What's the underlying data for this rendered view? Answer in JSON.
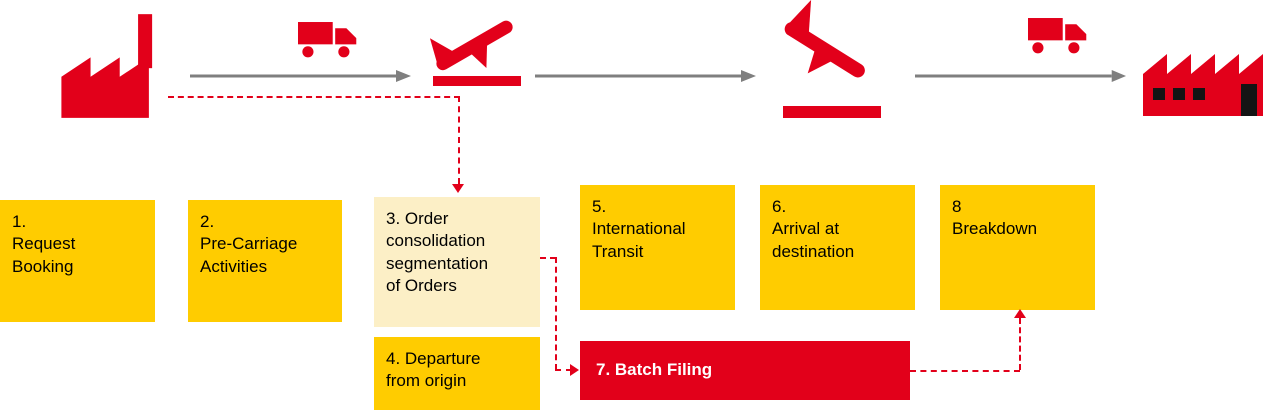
{
  "colors": {
    "red": "#E2001A",
    "yellow": "#FFCC00",
    "cream": "#FCEFC6",
    "arrow_gray": "#7F7F7F",
    "window_dark": "#141414",
    "text": "#000000",
    "batch_filing_text": "#FFFFFF"
  },
  "top_flow": {
    "icons": [
      "factory-origin-icon",
      "truck-icon",
      "plane-takeoff-icon",
      "plane-landing-icon",
      "truck-icon",
      "factory-destination-icon"
    ]
  },
  "steps": [
    {
      "label": "1.\nRequest\nBooking"
    },
    {
      "label": "2.\nPre-Carriage\nActivities"
    },
    {
      "label": "3. Order\nconsolidation\nsegmentation\nof Orders"
    },
    {
      "label": "4. Departure\nfrom origin"
    },
    {
      "label": "5.\nInternational\nTransit"
    },
    {
      "label": "6.\nArrival at\ndestination"
    },
    {
      "label": "7. Batch Filing"
    },
    {
      "label": "8\nBreakdown"
    }
  ]
}
